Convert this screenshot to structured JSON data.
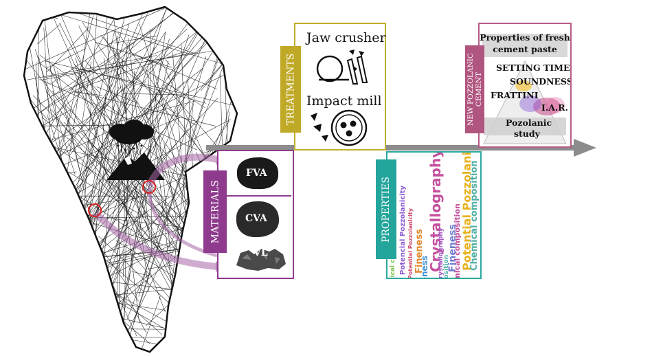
{
  "materials": {
    "label": "MATERIALS",
    "items": [
      "FVA",
      "CVA",
      "VL"
    ]
  },
  "treatments": {
    "label": "TREATMENTS",
    "items": [
      "Jaw crusher",
      "Impact mill"
    ]
  },
  "properties": {
    "label": "PROPERTIES",
    "cloud_words": [
      "Crystallography",
      "Fineness",
      "Potential Pozzolanicity",
      "Chemical composition",
      "Potencial Pozzolanicity",
      "Fineness",
      "Chemical composition",
      "Potential Pozzolanicity",
      "Fineness",
      "Crystallography",
      "Chemical composition",
      "Fineness",
      "Pozzolanicity",
      "Chemical composition",
      "Fineness",
      "Crystallography",
      "Potential Pozzolanicity",
      "Fineness",
      "Chemical composition",
      "Crystallography"
    ]
  },
  "new_cement": {
    "label_line1": "NEW POZZOLANIC",
    "label_line2": "CEMENT",
    "fresh_title_line1": "Properties of fresh",
    "fresh_title_line2": "cement paste",
    "setting_time": "SETTING TIME",
    "soundness": "SOUNDNESS",
    "frattini": "FRATTINI",
    "iar": "I.A.R.",
    "pozolanic_line1": "Pozolanic",
    "pozolanic_line2": "study"
  },
  "colors": {
    "materials": "#8e3b8e",
    "treatments": "#bfa926",
    "properties": "#23a59c",
    "new_cement": "#b05580",
    "arrow": "#8c8c8c"
  }
}
